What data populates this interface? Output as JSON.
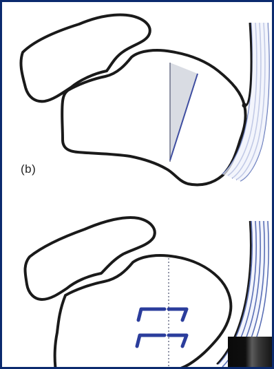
{
  "figure": {
    "panel_label": "(b)"
  },
  "colors": {
    "frame_border": "#0b2a6e",
    "outline": "#1a1a1a",
    "tendon_blue": "#5a6fb5",
    "staple_blue": "#2b3d9c",
    "wedge_fill": "#d9dce3"
  },
  "icons": {
    "upper": "bone-osteotomy-wedge",
    "lower": "bone-staple-fixation"
  }
}
